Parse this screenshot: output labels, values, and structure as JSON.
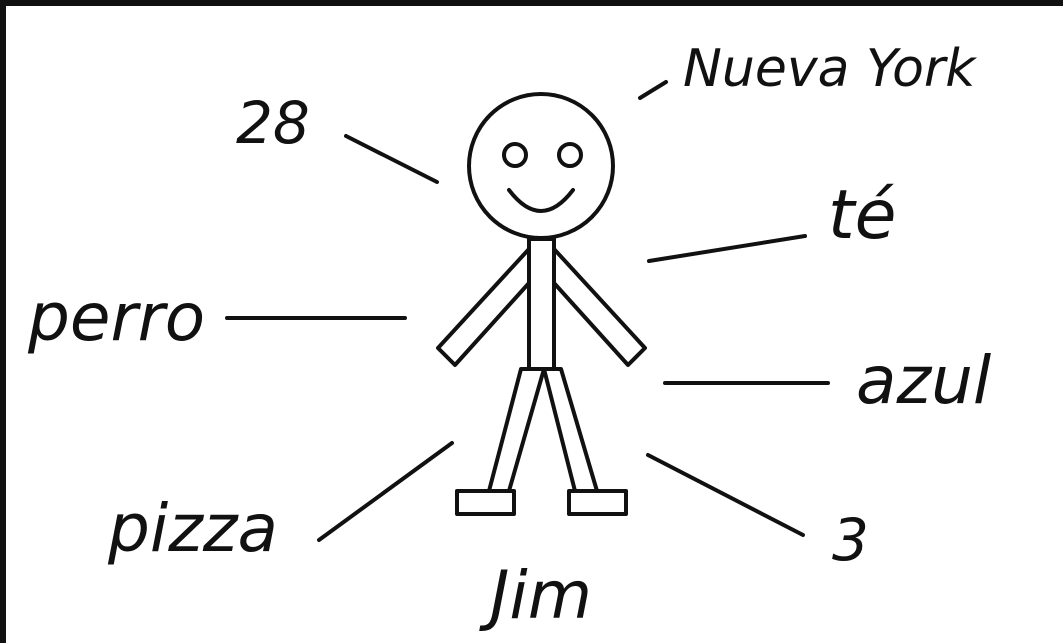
{
  "diagram": {
    "name": "Jim",
    "labels": {
      "city": "Nueva York",
      "age": "28",
      "drink": "té",
      "pet": "perro",
      "color": "azul",
      "food": "pizza",
      "number": "3"
    }
  }
}
